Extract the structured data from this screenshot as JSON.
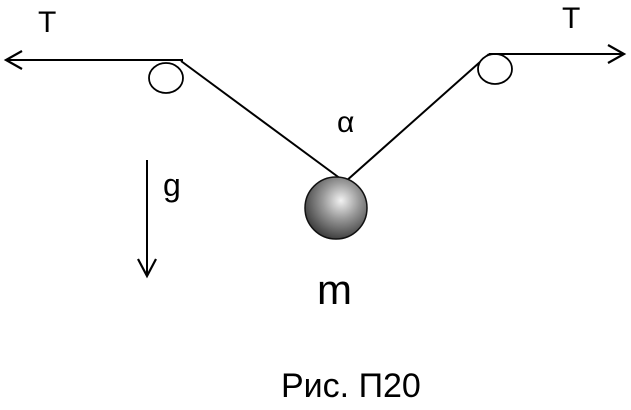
{
  "diagram": {
    "labels": {
      "tension_left": "T",
      "tension_right": "T",
      "angle": "α",
      "gravity": "g",
      "mass": "m"
    },
    "caption": "Рис. П20"
  }
}
